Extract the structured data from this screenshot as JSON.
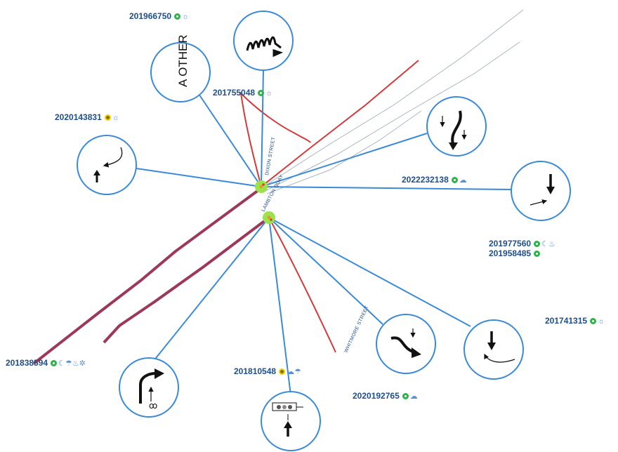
{
  "streets": {
    "dixon": "DIXON STREET",
    "lambton": "LAMBTON QUAY",
    "whitmore": "WHITMORE STREET"
  },
  "crashes": [
    {
      "id": "201966750",
      "severity": "green",
      "conditions": "☼"
    },
    {
      "id": "201755048",
      "severity": "green",
      "conditions": "☼"
    },
    {
      "id": "2020143831",
      "severity": "yellow",
      "conditions": "☼"
    },
    {
      "id": "2022232138",
      "severity": "green",
      "conditions": "☁"
    },
    {
      "id": "201977560",
      "severity": "green",
      "conditions": "☾♨"
    },
    {
      "id": "201958485",
      "severity": "green",
      "conditions": ""
    },
    {
      "id": "201741315",
      "severity": "green",
      "conditions": "☼"
    },
    {
      "id": "201838594",
      "severity": "green",
      "conditions": "☾☂♨✲"
    },
    {
      "id": "201810548",
      "severity": "yellow",
      "conditions": "☁☂"
    },
    {
      "id": "2020192765",
      "severity": "green",
      "conditions": "☁"
    }
  ],
  "diagrams": {
    "other_label": "A OTHER"
  },
  "colors": {
    "link_line": "#3a8ad8",
    "circle_stroke": "#3a8ad8",
    "road_red": "#d33a3a",
    "road_maroon": "#9c3858",
    "road_grey": "#a9b4c4",
    "node_fill": "#9be34a",
    "label_blue": "#1f4e8c"
  }
}
